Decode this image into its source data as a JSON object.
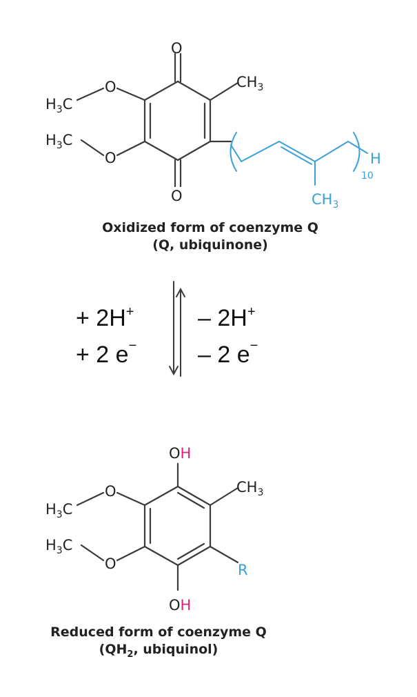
{
  "colors": {
    "bond": "#3a3a3a",
    "tail": "#3aa0d8",
    "hydroxyl_h": "#e0207a",
    "r_group": "#3aa0d8",
    "text": "#222222"
  },
  "oxidized": {
    "atoms": {
      "o_top": "O",
      "o_bottom": "O",
      "o_methoxy_1": "O",
      "o_methoxy_2": "O",
      "h3c_1_main": "H",
      "h3c_1_sub": "3",
      "h3c_1_c": "C",
      "h3c_2_main": "H",
      "h3c_2_sub": "3",
      "h3c_2_c": "C",
      "ch3_main": "CH",
      "ch3_sub": "3",
      "tail_ch3_main": "CH",
      "tail_ch3_sub": "3",
      "tail_h": "H",
      "repeat_count": "10"
    },
    "caption_line1": "Oxidized form of coenzyme Q",
    "caption_line2": "(Q, ubiquinone)"
  },
  "equilibrium": {
    "left_line1_main": "+ 2H",
    "left_line1_sup": "+",
    "left_line2_main": "+ 2 e",
    "left_line2_sup": "−",
    "right_line1_main": "– 2H",
    "right_line1_sup": "+",
    "right_line2_main": "– 2 e",
    "right_line2_sup": "−"
  },
  "reduced": {
    "atoms": {
      "oh_top_o": "O",
      "oh_top_h": "H",
      "oh_bottom_o": "O",
      "oh_bottom_h": "H",
      "o_methoxy_1": "O",
      "o_methoxy_2": "O",
      "h3c_1_main": "H",
      "h3c_1_sub": "3",
      "h3c_1_c": "C",
      "h3c_2_main": "H",
      "h3c_2_sub": "3",
      "h3c_2_c": "C",
      "ch3_main": "CH",
      "ch3_sub": "3",
      "r_group": "R"
    },
    "caption_line1": "Reduced form of coenzyme Q",
    "caption_line2_a": "(QH",
    "caption_line2_sub": "2",
    "caption_line2_b": ", ubiquinol)"
  }
}
